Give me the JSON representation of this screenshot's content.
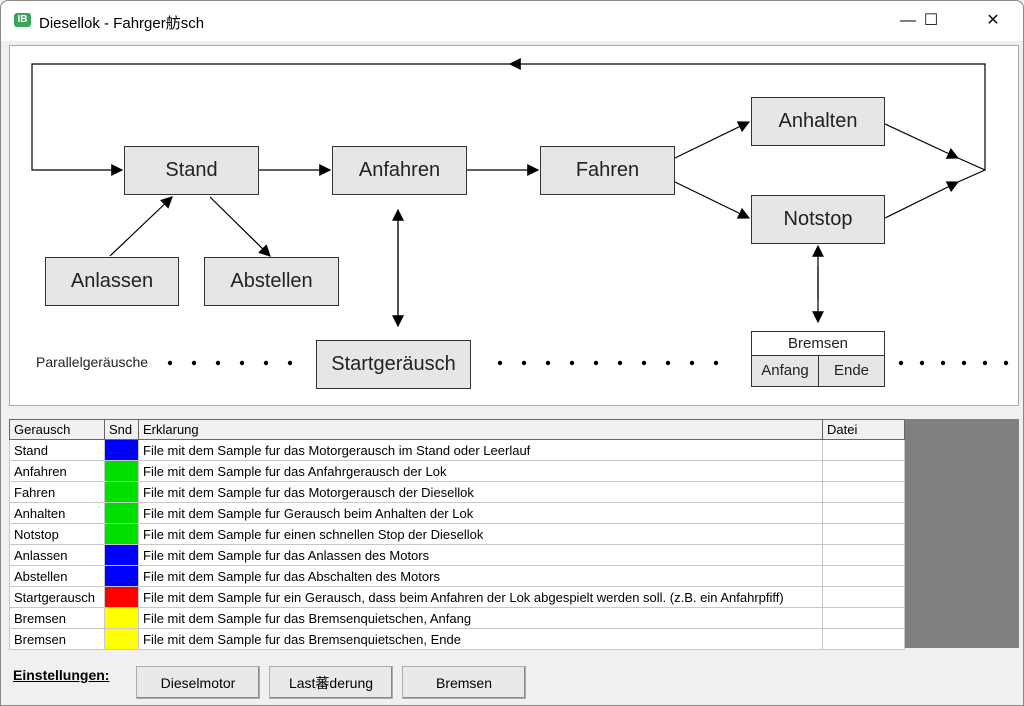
{
  "window": {
    "title": "Diesellok - Fahrger舫sch",
    "icon": "app-icon",
    "minimize": "—",
    "maximize": "☐",
    "close": "✕"
  },
  "diagram": {
    "states": {
      "stand": "Stand",
      "anfahren": "Anfahren",
      "fahren": "Fahren",
      "anhalten": "Anhalten",
      "notstop": "Notstop",
      "anlassen": "Anlassen",
      "abstellen": "Abstellen",
      "startgeraeusch": "Startgeräusch"
    },
    "bremsen": {
      "title": "Bremsen",
      "anfang": "Anfang",
      "ende": "Ende"
    },
    "parallel_label": "Parallelgeräusche"
  },
  "table": {
    "headers": [
      "Gerausch",
      "Snd",
      "Erklarung",
      "Datei"
    ],
    "rows": [
      {
        "name": "Stand",
        "color": "#0000ff",
        "desc": "File mit dem Sample fur das Motorgerausch im Stand oder Leerlauf",
        "file": ""
      },
      {
        "name": "Anfahren",
        "color": "#00e000",
        "desc": "File mit dem Sample fur das Anfahrgerausch der Lok",
        "file": ""
      },
      {
        "name": "Fahren",
        "color": "#00e000",
        "desc": "File mit dem Sample fur das Motorgerausch der Diesellok",
        "file": ""
      },
      {
        "name": "Anhalten",
        "color": "#00e000",
        "desc": "File mit dem Sample fur Gerausch beim Anhalten der Lok",
        "file": ""
      },
      {
        "name": "Notstop",
        "color": "#00e000",
        "desc": "File mit dem Sample fur einen schnellen Stop der Diesellok",
        "file": ""
      },
      {
        "name": "Anlassen",
        "color": "#0000ff",
        "desc": "File mit dem Sample fur das Anlassen des Motors",
        "file": ""
      },
      {
        "name": "Abstellen",
        "color": "#0000ff",
        "desc": "File mit dem Sample fur das Abschalten des Motors",
        "file": ""
      },
      {
        "name": "Startgerausch",
        "color": "#ff0000",
        "desc": "File mit dem Sample fur ein Gerausch, dass beim Anfahren der Lok abgespielt werden soll. (z.B. ein Anfahrpfiff)",
        "file": ""
      },
      {
        "name": "Bremsen",
        "color": "#ffff00",
        "desc": "File mit dem Sample fur das Bremsenquietschen, Anfang",
        "file": ""
      },
      {
        "name": "Bremsen",
        "color": "#ffff00",
        "desc": "File mit dem Sample fur das Bremsenquietschen, Ende",
        "file": ""
      }
    ]
  },
  "settings": {
    "label": "Einstellungen:",
    "buttons": [
      "Dieselmotor",
      "Last蕃derung",
      "Bremsen"
    ]
  }
}
